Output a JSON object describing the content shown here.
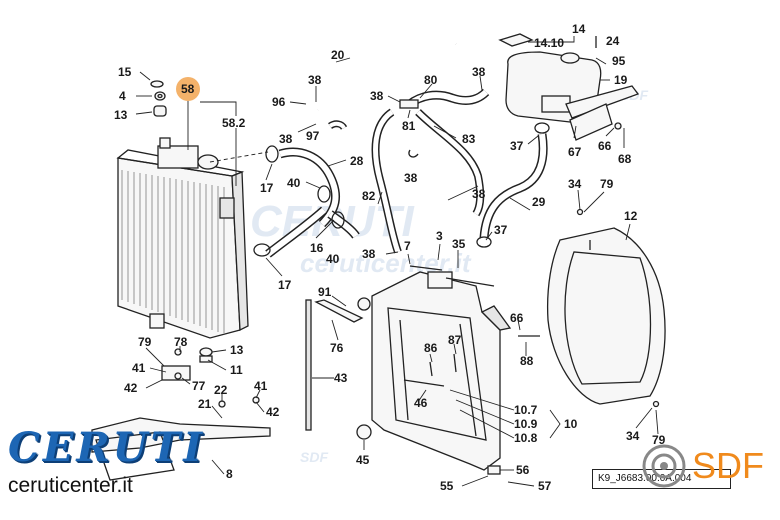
{
  "diagram": {
    "callouts": [
      {
        "id": "c15",
        "text": "15"
      },
      {
        "id": "c4",
        "text": "4"
      },
      {
        "id": "c13a",
        "text": "13"
      },
      {
        "id": "c58",
        "text": "58"
      },
      {
        "id": "c58_2",
        "text": "58.2"
      },
      {
        "id": "c20",
        "text": "20"
      },
      {
        "id": "c38a",
        "text": "38"
      },
      {
        "id": "c96",
        "text": "96"
      },
      {
        "id": "c38b",
        "text": "38"
      },
      {
        "id": "c97",
        "text": "97"
      },
      {
        "id": "c17a",
        "text": "17"
      },
      {
        "id": "c28",
        "text": "28"
      },
      {
        "id": "c40a",
        "text": "40"
      },
      {
        "id": "c16",
        "text": "16"
      },
      {
        "id": "c40b",
        "text": "40"
      },
      {
        "id": "c17b",
        "text": "17"
      },
      {
        "id": "c80",
        "text": "80"
      },
      {
        "id": "c38c",
        "text": "38"
      },
      {
        "id": "c81",
        "text": "81"
      },
      {
        "id": "c83",
        "text": "83"
      },
      {
        "id": "c38d",
        "text": "38"
      },
      {
        "id": "c82",
        "text": "82"
      },
      {
        "id": "c38e",
        "text": "38"
      },
      {
        "id": "c38f",
        "text": "38"
      },
      {
        "id": "c7",
        "text": "7"
      },
      {
        "id": "c14",
        "text": "14"
      },
      {
        "id": "c14_10",
        "text": "14.10"
      },
      {
        "id": "c24",
        "text": "24"
      },
      {
        "id": "c95",
        "text": "95"
      },
      {
        "id": "c19",
        "text": "19"
      },
      {
        "id": "c38g",
        "text": "38"
      },
      {
        "id": "c37a",
        "text": "37"
      },
      {
        "id": "c67",
        "text": "67"
      },
      {
        "id": "c66a",
        "text": "66"
      },
      {
        "id": "c68",
        "text": "68"
      },
      {
        "id": "c29",
        "text": "29"
      },
      {
        "id": "c37b",
        "text": "37"
      },
      {
        "id": "c34a",
        "text": "34"
      },
      {
        "id": "c79a",
        "text": "79"
      },
      {
        "id": "c12",
        "text": "12"
      },
      {
        "id": "c3",
        "text": "3"
      },
      {
        "id": "c35",
        "text": "35"
      },
      {
        "id": "c91",
        "text": "91"
      },
      {
        "id": "c76",
        "text": "76"
      },
      {
        "id": "c43",
        "text": "43"
      },
      {
        "id": "c86",
        "text": "86"
      },
      {
        "id": "c87",
        "text": "87"
      },
      {
        "id": "c46",
        "text": "46"
      },
      {
        "id": "c66b",
        "text": "66"
      },
      {
        "id": "c88",
        "text": "88"
      },
      {
        "id": "c10_7",
        "text": "10.7"
      },
      {
        "id": "c10_9",
        "text": "10.9"
      },
      {
        "id": "c10_8",
        "text": "10.8"
      },
      {
        "id": "c10",
        "text": "10"
      },
      {
        "id": "c45",
        "text": "45"
      },
      {
        "id": "c56",
        "text": "56"
      },
      {
        "id": "c55",
        "text": "55"
      },
      {
        "id": "c57",
        "text": "57"
      },
      {
        "id": "c34b",
        "text": "34"
      },
      {
        "id": "c79b",
        "text": "79"
      },
      {
        "id": "c79c",
        "text": "79"
      },
      {
        "id": "c78",
        "text": "78"
      },
      {
        "id": "c13b",
        "text": "13"
      },
      {
        "id": "c41a",
        "text": "41"
      },
      {
        "id": "c11",
        "text": "11"
      },
      {
        "id": "c42a",
        "text": "42"
      },
      {
        "id": "c77",
        "text": "77"
      },
      {
        "id": "c22",
        "text": "22"
      },
      {
        "id": "c21",
        "text": "21"
      },
      {
        "id": "c41b",
        "text": "41"
      },
      {
        "id": "c42b",
        "text": "42"
      },
      {
        "id": "c8",
        "text": "8"
      }
    ],
    "watermark_text": "CERUTI",
    "watermark_sub": "ceruticenter.it",
    "watermark_sdf": "SDF",
    "reference_code": "K9_J6683.00.0A.004",
    "brand_name": "CERUTI",
    "brand_url": "ceruticenter.it",
    "sdf_logo": "SDF"
  },
  "colors": {
    "highlight_circle": "#f4b26a",
    "brand_blue": "#1d66b4",
    "sdf_orange": "#f08a1c",
    "line": "#222222"
  },
  "icons": [
    "sdf-logo-icon"
  ]
}
